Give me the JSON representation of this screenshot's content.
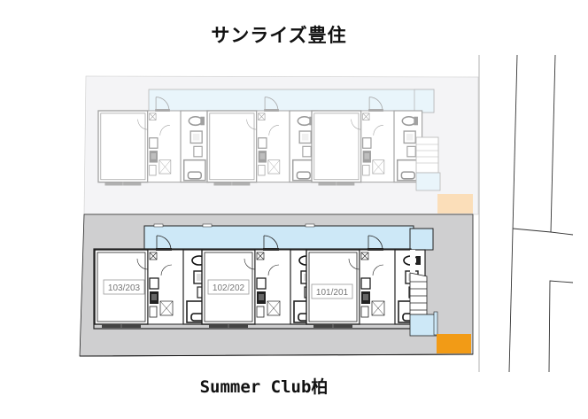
{
  "upper_building": {
    "name": "サンライズ豊住",
    "style": "faded"
  },
  "lower_building": {
    "name": "Summer Club柏",
    "units": [
      {
        "label": "103/203"
      },
      {
        "label": "102/202"
      },
      {
        "label": "101/201"
      }
    ]
  },
  "colors": {
    "lot_grey": "#cfcfd0",
    "corridor_blue": "#cde8f7",
    "parking_orange": "#f29b16",
    "parking_orange_faded": "#fbdca8",
    "faded_lot": "#eeeff1"
  }
}
